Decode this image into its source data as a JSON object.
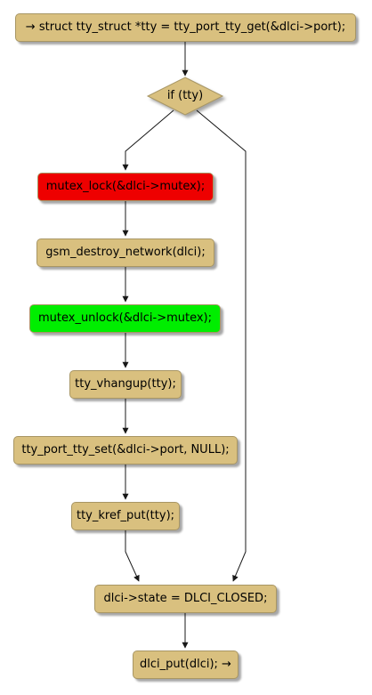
{
  "colors": {
    "node_fill": "#d9c07f",
    "node_border": "#a89664",
    "lock_fill": "#ee0000",
    "unlock_fill": "#00ee00",
    "edge": "#181818"
  },
  "flow": {
    "start": "→ struct tty_struct *tty = tty_port_tty_get(&dlci->port);",
    "decision": "if (tty)",
    "lock": "mutex_lock(&dlci->mutex);",
    "destroy": "gsm_destroy_network(dlci);",
    "unlock": "mutex_unlock(&dlci->mutex);",
    "vhangup": "tty_vhangup(tty);",
    "port_set": "tty_port_tty_set(&dlci->port, NULL);",
    "kref_put": "tty_kref_put(tty);",
    "state": "dlci->state = DLCI_CLOSED;",
    "end": "dlci_put(dlci); →"
  }
}
